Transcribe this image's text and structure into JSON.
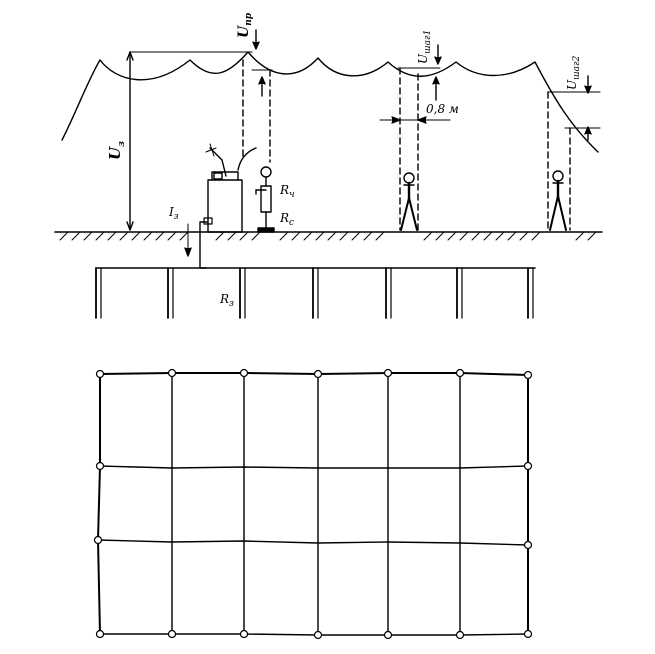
{
  "labels": {
    "u_z_main": "U",
    "u_z_sub": "з",
    "u_pr_main": "U",
    "u_pr_sub": "пр",
    "u_shag1_main": "U",
    "u_shag1_sub": "шаг1",
    "u_shag2_main": "U",
    "u_shag2_sub": "шаг2",
    "distance": "0,8 м",
    "r_ch_main": "R",
    "r_ch_sub": "ч",
    "r_c_main": "R",
    "r_c_sub": "с",
    "i_z_main": "I",
    "i_z_sub": "з",
    "r_z_main": "R",
    "r_z_sub": "з"
  },
  "colors": {
    "ink": "#000000",
    "background": "#ffffff"
  },
  "icons": {
    "transformer": "equipment-housing-icon",
    "person": "person-figure-icon"
  }
}
